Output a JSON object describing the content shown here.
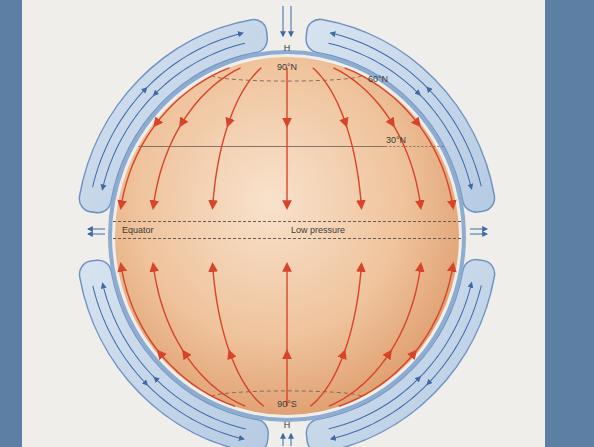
{
  "diagram": {
    "nodes": [
      {
        "text": [
          "Equator",
          "Low pressure"
        ]
      }
    ],
    "labels": [
      "H",
      "90°N",
      "60°N",
      "30°N",
      "90°S",
      "H"
    ]
  }
}
